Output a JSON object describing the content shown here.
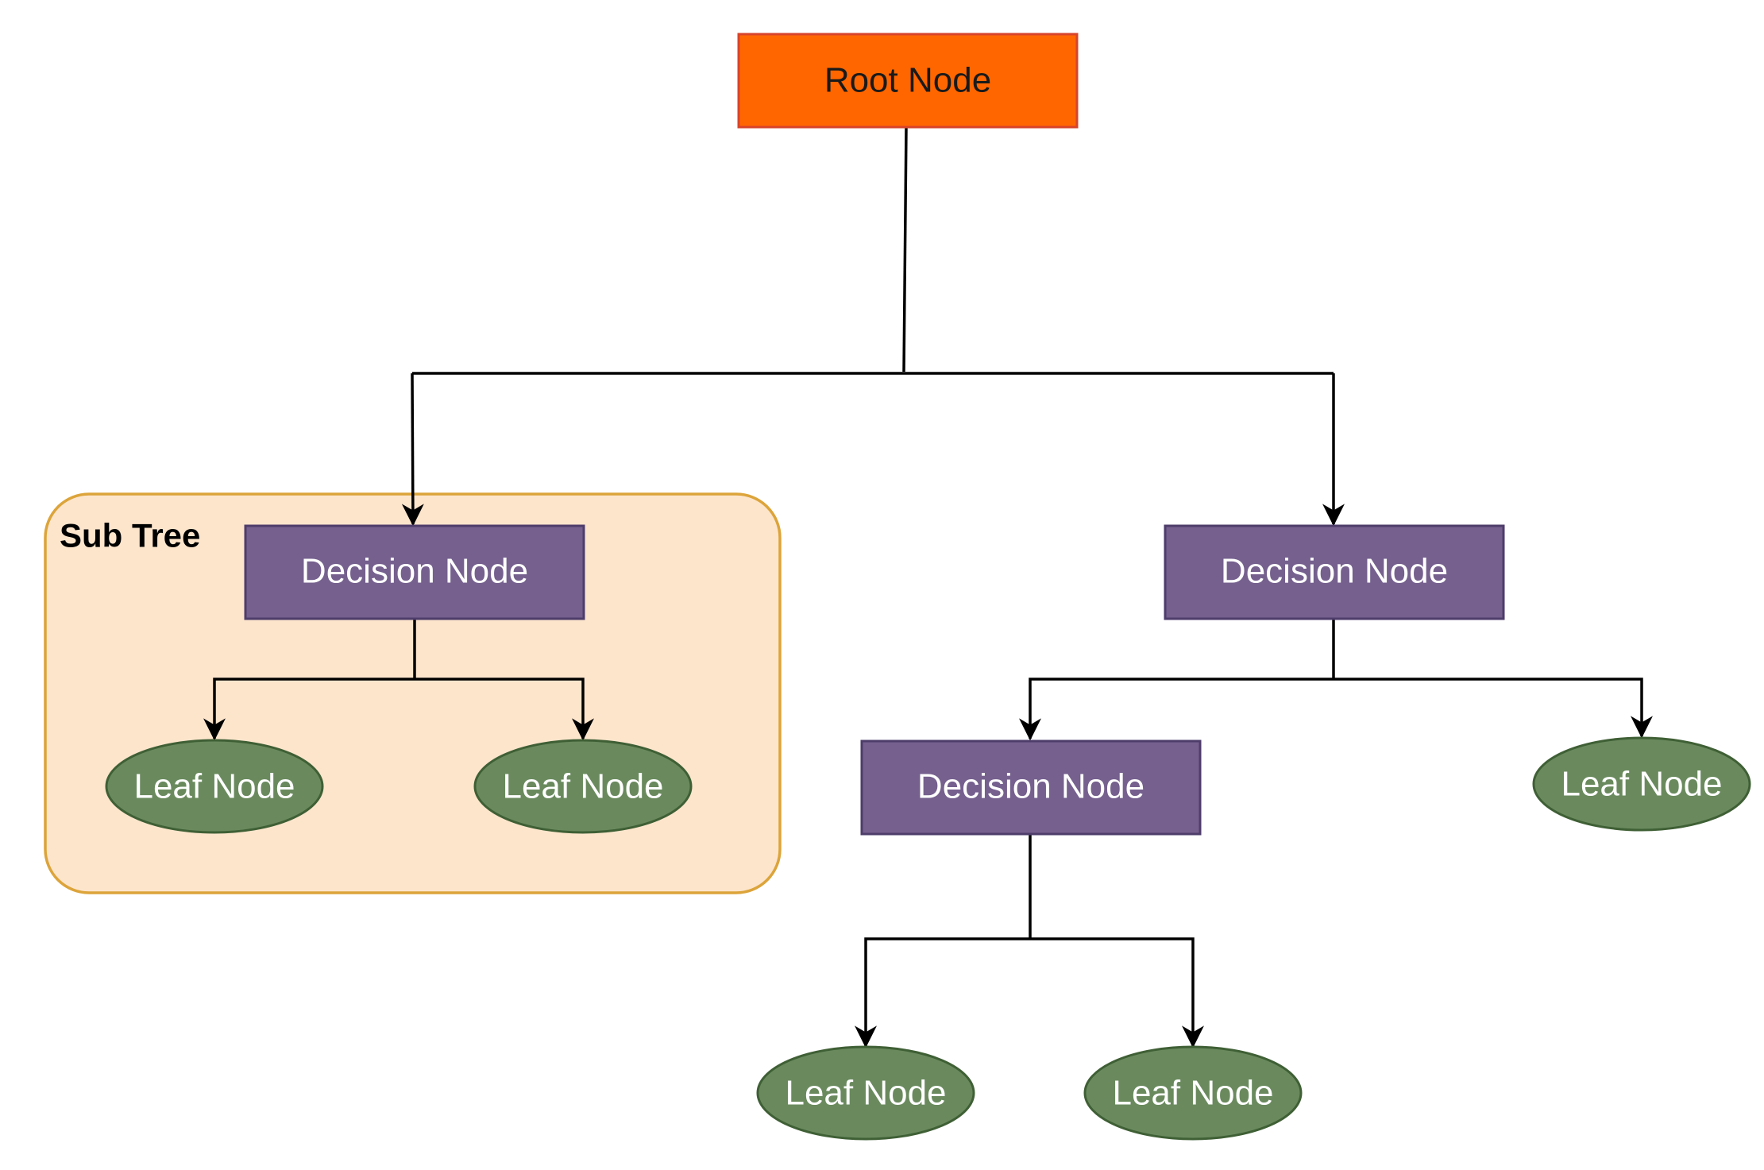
{
  "diagram": {
    "subtree_label": "Sub Tree",
    "root": {
      "label": "Root Node"
    },
    "left_decision": {
      "label": "Decision Node"
    },
    "right_decision": {
      "label": "Decision Node"
    },
    "inner_decision": {
      "label": "Decision Node"
    },
    "leaves": [
      {
        "label": "Leaf Node"
      },
      {
        "label": "Leaf Node"
      },
      {
        "label": "Leaf Node"
      },
      {
        "label": "Leaf Node"
      },
      {
        "label": "Leaf Node"
      }
    ]
  },
  "colors": {
    "root_fill": "#FF6600",
    "root_stroke": "#D8442A",
    "decision_fill": "#75608E",
    "decision_stroke": "#4E3D6B",
    "leaf_fill": "#6A8A5E",
    "leaf_stroke": "#3F5F35",
    "subtree_fill": "#FDE5CC",
    "subtree_stroke": "#DCA43A"
  }
}
